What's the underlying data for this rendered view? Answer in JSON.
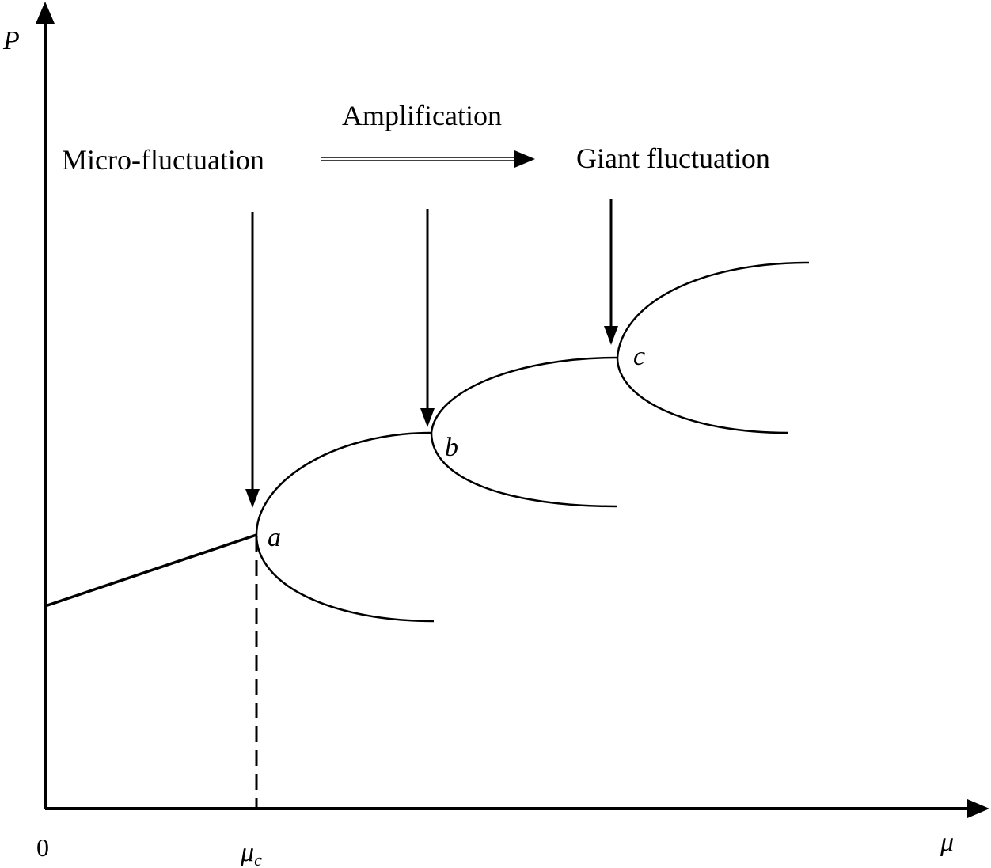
{
  "axes": {
    "y_label": "P",
    "x_label": "μ",
    "origin_label": "0",
    "critical_tick": {
      "symbol": "μ",
      "subscript": "c"
    }
  },
  "stages": {
    "start": "Micro-fluctuation",
    "process": "Amplification",
    "end": "Giant fluctuation"
  },
  "bifurcation_points": [
    "a",
    "b",
    "c"
  ],
  "colors": {
    "ink": "#000000",
    "background": "#ffffff"
  }
}
